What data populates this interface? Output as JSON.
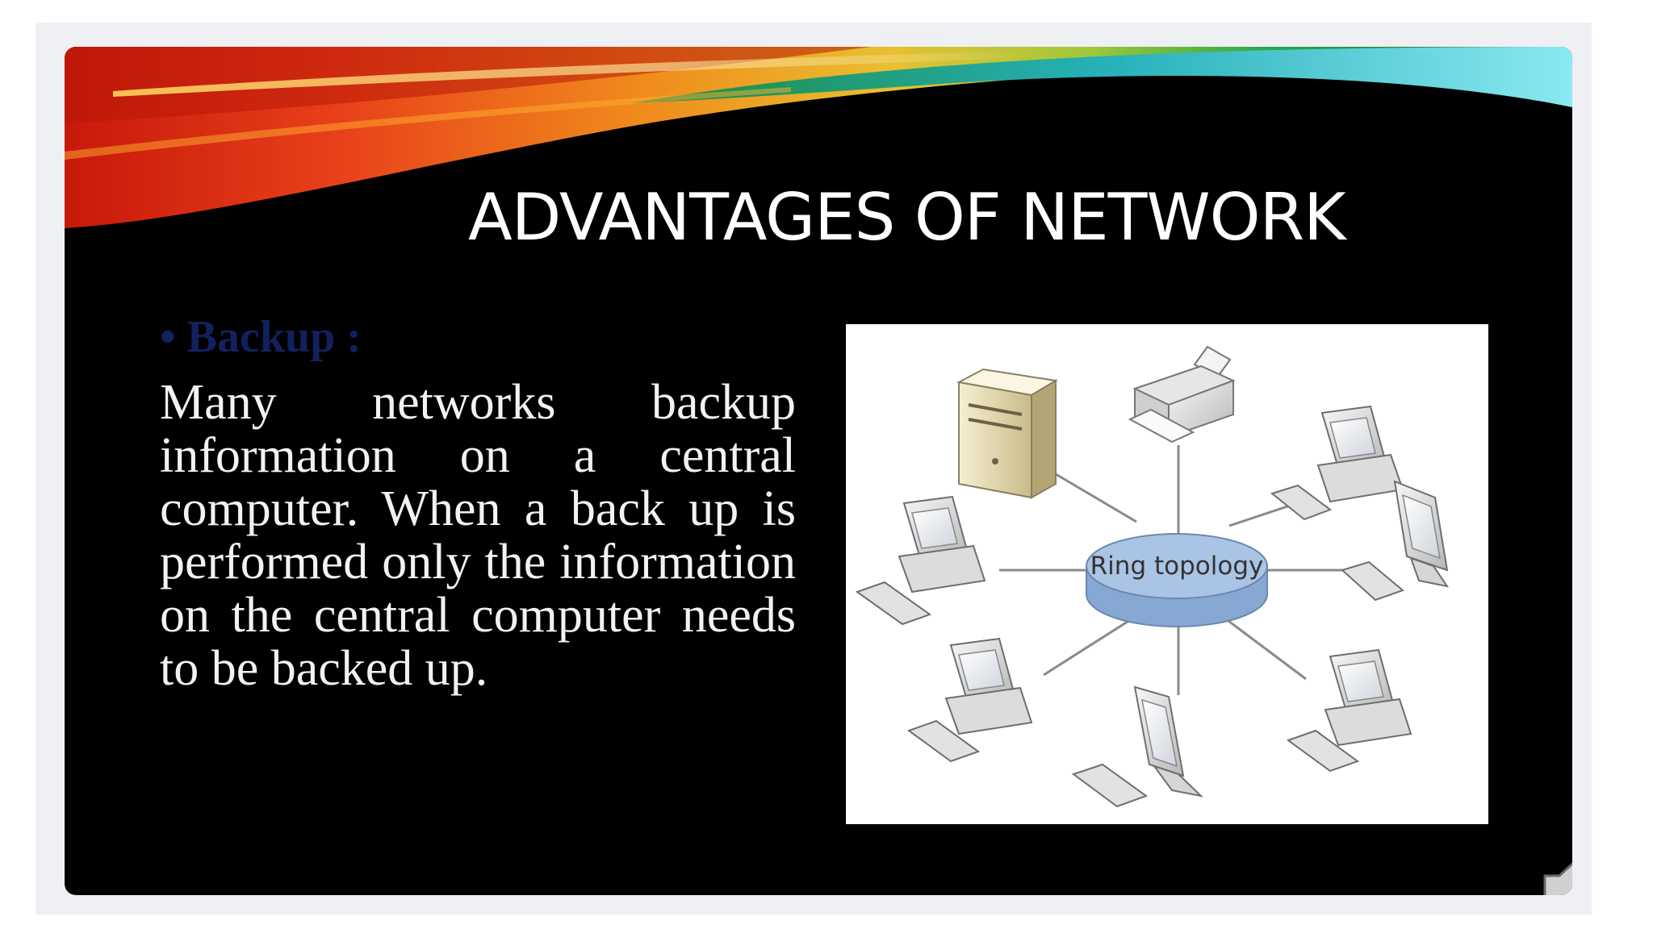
{
  "slide": {
    "title": "ADVANTAGES OF NETWORK",
    "bullet": "• Backup :",
    "body": "Many networks backup information on a central computer. When a back up is performed only the information on the central computer needs to be backed up."
  },
  "figure": {
    "hub_label": "Ring topology"
  },
  "icons": {
    "speaker": "speaker-icon"
  },
  "colors": {
    "slide_background": "#000000",
    "title": "#ffffff",
    "bullet": "#12215e",
    "body_text": "#f2f2f2",
    "hub": "#a9c4e4"
  }
}
